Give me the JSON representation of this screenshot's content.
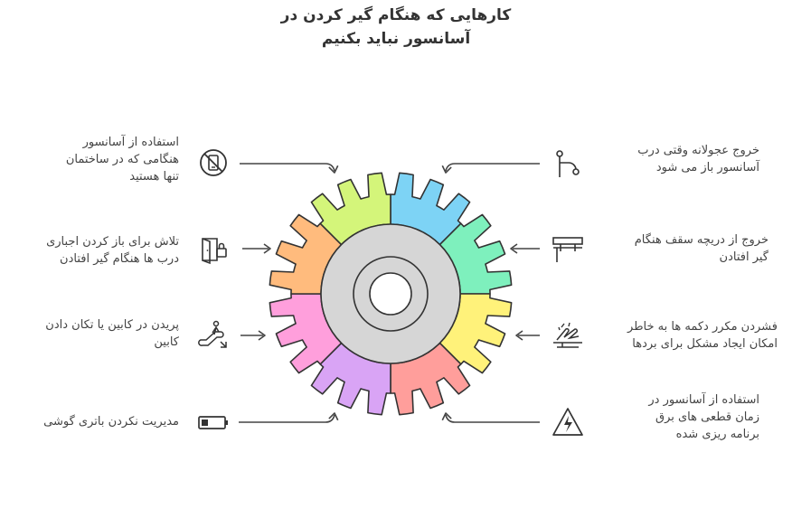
{
  "title": "کارهایی که هنگام گیر کردن در آسانسور نباید بکنیم",
  "items_left": [
    {
      "text": "استفاده از آسانسور\nهنگامی که در ساختمان\nتنها هستید",
      "icon": "no-phone-icon"
    },
    {
      "text": "تلاش برای باز کردن اجباری\nدرب ها هنگام گیر افتادن",
      "icon": "door-lock-icon"
    },
    {
      "text": "پریدن در کابین یا تکان دادن\nکابین",
      "icon": "escalator-person-icon"
    },
    {
      "text": "مدیریت نکردن باتری گوشی",
      "icon": "battery-icon"
    }
  ],
  "items_right": [
    {
      "text": "خروج عجولانه وقتی درب\nآسانسور باز می شود",
      "icon": "path-exit-icon"
    },
    {
      "text": "خروج از دریچه سقف هنگام\nگیر افتادن",
      "icon": "ceiling-hatch-icon"
    },
    {
      "text": "فشردن مکرر دکمه ها به خاطر\nامکان ایجاد مشکل برای بردها",
      "icon": "button-press-icon"
    },
    {
      "text": "استفاده از آسانسور در\nزمان قطعی های برق\nبرنامه ریزی شده",
      "icon": "power-warning-icon"
    }
  ],
  "gear_colors": [
    "#7dd3f5",
    "#7ef0bd",
    "#fff27a",
    "#ff9e9b",
    "#d9a4f5",
    "#ff9fdc",
    "#ffbb7d",
    "#d4f57a"
  ],
  "colors": {
    "hub": "#d6d6d6",
    "stroke": "#333333",
    "arrow": "#444444"
  }
}
